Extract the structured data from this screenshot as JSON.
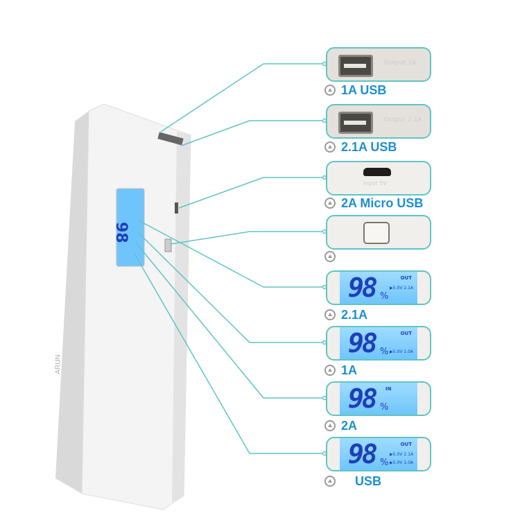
{
  "device": {
    "brand": "ARUN",
    "lcd_value": "98"
  },
  "panels": [
    {
      "type": "usb",
      "port_text": "Output 1A",
      "label": "1A USB"
    },
    {
      "type": "usb",
      "port_text": "Output 2.1A",
      "label": "2.1A USB"
    },
    {
      "type": "micro",
      "port_text": "Input 5V",
      "label": "2A Micro USB"
    },
    {
      "type": "button",
      "label": ""
    },
    {
      "type": "lcd",
      "value": "98",
      "unit": "%",
      "mode": "OUT",
      "line1": "▶5.0V 2.1A",
      "line2": "",
      "label": "2.1A"
    },
    {
      "type": "lcd",
      "value": "98",
      "unit": "%",
      "mode": "OUT",
      "line1": "",
      "line2": "▶5.0V 1.0A",
      "label": "1A"
    },
    {
      "type": "lcd",
      "value": "98",
      "unit": "%",
      "mode": "IN",
      "line1": "",
      "line2": "",
      "label": "2A"
    },
    {
      "type": "lcd",
      "value": "98",
      "unit": "%",
      "mode": "OUT",
      "line1": "▶5.0V 2.1A",
      "line2": "▶5.0V 1.0A",
      "label": "USB"
    }
  ],
  "colors": {
    "accent": "#5fc4c4",
    "label": "#1c8fd0",
    "lcd": "#7fcdfc",
    "digits": "#1f3fb8"
  }
}
